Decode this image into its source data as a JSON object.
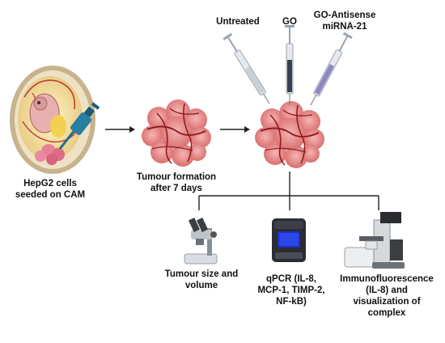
{
  "treatments": {
    "untreated": "Untreated",
    "go": "GO",
    "go_antisense": "GO-Antisense\nmiRNA-21"
  },
  "steps": {
    "seeding": "HepG2 cells\nseeded on CAM",
    "formation": "Tumour formation\nafter 7 days"
  },
  "analyses": {
    "size": "Tumour size and\nvolume",
    "qpcr": "qPCR (IL-8,\nMCP-1, TIMP-2,\nNF-kB)",
    "if": "Immunofluorescence\n(IL-8) and\nvisualization of\ncomplex"
  },
  "colors": {
    "tumour": "#e88a8a",
    "tumour_dark": "#c45a5a",
    "vessel": "#8b1a1a",
    "syringe_grey": "#9aa3ab",
    "syringe_dark": "#3a3f52",
    "syringe_purple": "#8f86c4",
    "egg_shell": "#d8c9a8",
    "egg_inner": "#f4e6a0",
    "pipette": "#2a7fa0"
  },
  "icons": [
    "egg-icon",
    "pipette-icon",
    "tumour-icon",
    "syringe-icon",
    "microscope-icon",
    "qpcr-machine-icon",
    "confocal-microscope-icon"
  ]
}
